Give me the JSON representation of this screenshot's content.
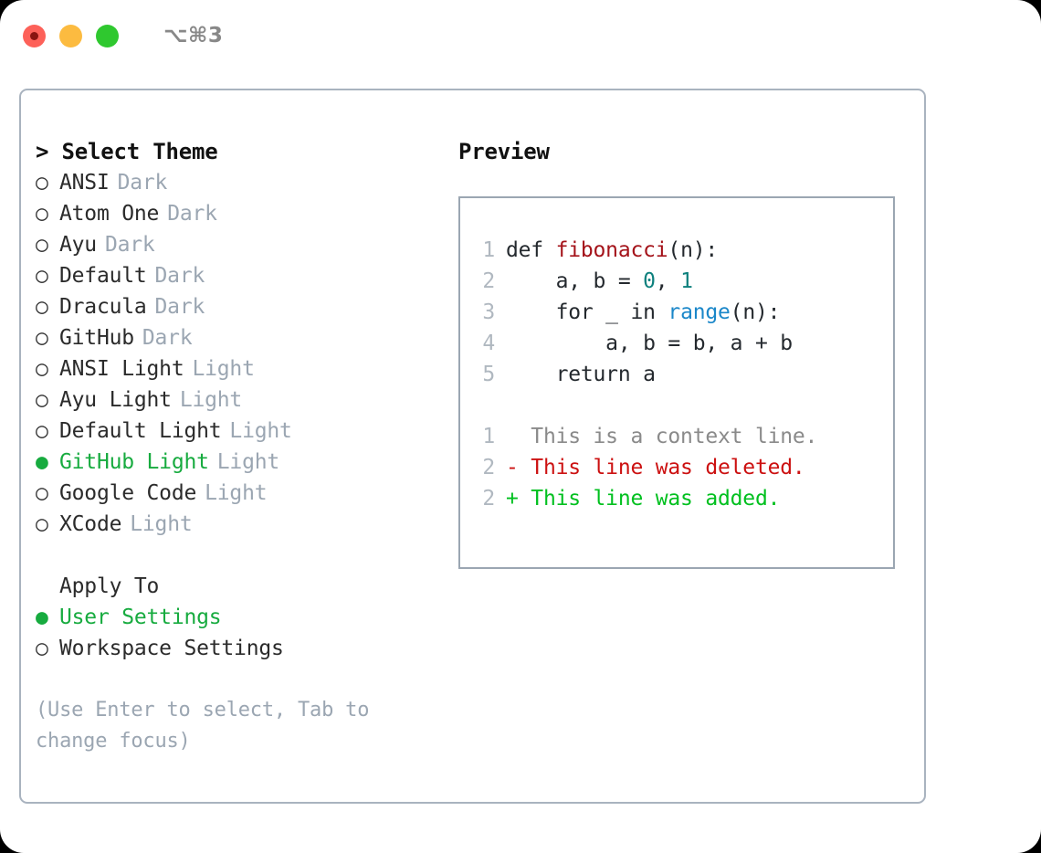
{
  "titlebar": {
    "shortcut": "⌥⌘3",
    "lights": [
      {
        "name": "close",
        "color": "#fd6159"
      },
      {
        "name": "minimize",
        "color": "#fcbb40"
      },
      {
        "name": "maximize",
        "color": "#2fc82f"
      }
    ]
  },
  "theme_picker": {
    "heading": "> Select Theme",
    "items": [
      {
        "marker": "○",
        "name": "ANSI",
        "tag": "Dark",
        "selected": false
      },
      {
        "marker": "○",
        "name": "Atom One",
        "tag": "Dark",
        "selected": false
      },
      {
        "marker": "○",
        "name": "Ayu",
        "tag": "Dark",
        "selected": false
      },
      {
        "marker": "○",
        "name": "Default",
        "tag": "Dark",
        "selected": false
      },
      {
        "marker": "○",
        "name": "Dracula",
        "tag": "Dark",
        "selected": false
      },
      {
        "marker": "○",
        "name": "GitHub",
        "tag": "Dark",
        "selected": false
      },
      {
        "marker": "○",
        "name": "ANSI Light",
        "tag": "Light",
        "selected": false
      },
      {
        "marker": "○",
        "name": "Ayu Light",
        "tag": "Light",
        "selected": false
      },
      {
        "marker": "○",
        "name": "Default Light",
        "tag": "Light",
        "selected": false
      },
      {
        "marker": "●",
        "name": "GitHub Light",
        "tag": "Light",
        "selected": true
      },
      {
        "marker": "○",
        "name": "Google Code",
        "tag": "Light",
        "selected": false
      },
      {
        "marker": "○",
        "name": "XCode",
        "tag": "Light",
        "selected": false
      }
    ]
  },
  "apply_to": {
    "heading": "Apply To",
    "items": [
      {
        "marker": "●",
        "name": "User Settings",
        "selected": true
      },
      {
        "marker": "○",
        "name": "Workspace Settings",
        "selected": false
      }
    ]
  },
  "hint": "(Use Enter to select, Tab to change focus)",
  "preview": {
    "title": "Preview",
    "code_lines": [
      {
        "ln": "1",
        "tokens": [
          {
            "t": "def ",
            "c": "plain"
          },
          {
            "t": "fibonacci",
            "c": "fn"
          },
          {
            "t": "(n):",
            "c": "plain"
          }
        ]
      },
      {
        "ln": "2",
        "tokens": [
          {
            "t": "    a, b = ",
            "c": "plain"
          },
          {
            "t": "0",
            "c": "num"
          },
          {
            "t": ", ",
            "c": "plain"
          },
          {
            "t": "1",
            "c": "num"
          }
        ]
      },
      {
        "ln": "3",
        "tokens": [
          {
            "t": "    for _ in ",
            "c": "plain"
          },
          {
            "t": "range",
            "c": "call"
          },
          {
            "t": "(n):",
            "c": "plain"
          }
        ]
      },
      {
        "ln": "4",
        "tokens": [
          {
            "t": "        a, b = b, a + b",
            "c": "plain"
          }
        ]
      },
      {
        "ln": "5",
        "tokens": [
          {
            "t": "    return a",
            "c": "plain"
          }
        ]
      }
    ],
    "diff_lines": [
      {
        "ln": "1",
        "text": "  This is a context line.",
        "kind": "ctx"
      },
      {
        "ln": "2",
        "text": "- This line was deleted.",
        "kind": "del"
      },
      {
        "ln": "2",
        "text": "+ This line was added.",
        "kind": "add"
      }
    ]
  },
  "colors": {
    "accent_green": "#17ab3f",
    "tag_gray": "#9ba6b2",
    "border": "#a9b3bf",
    "fn_red": "#a4131a",
    "num_teal": "#0d807d",
    "call_blue": "#1b87c9",
    "diff_del_red": "#cc1111",
    "diff_add_green": "#00c01f"
  }
}
